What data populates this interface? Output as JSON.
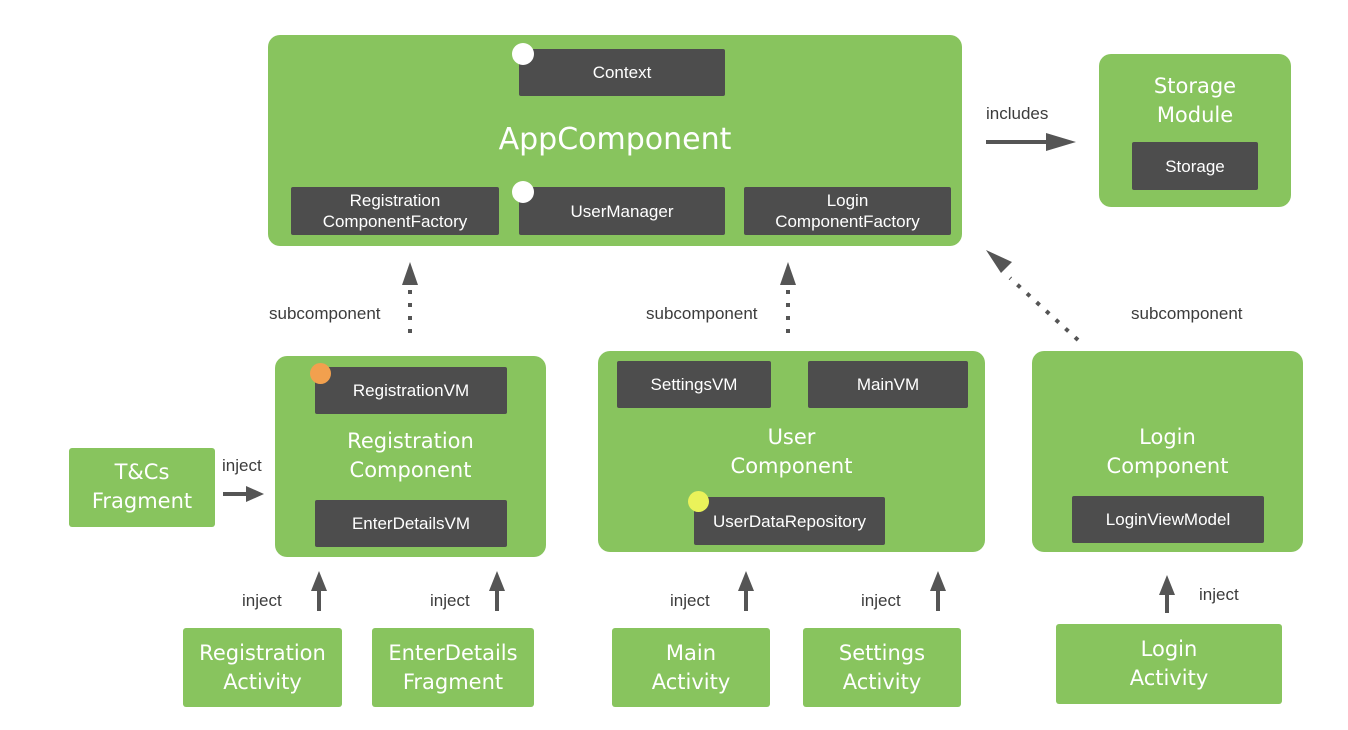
{
  "app_component": {
    "title": "AppComponent",
    "context": "Context",
    "user_manager": "UserManager",
    "registration_factory": "Registration\nComponentFactory",
    "login_factory": "Login\nComponentFactory"
  },
  "storage_module": {
    "title": "Storage\nModule",
    "storage": "Storage"
  },
  "registration_component": {
    "title": "Registration\nComponent",
    "registration_vm": "RegistrationVM",
    "enter_details_vm": "EnterDetailsVM"
  },
  "user_component": {
    "title": "User\nComponent",
    "settings_vm": "SettingsVM",
    "main_vm": "MainVM",
    "user_data_repository": "UserDataRepository"
  },
  "login_component": {
    "title": "Login\nComponent",
    "login_view_model": "LoginViewModel"
  },
  "clients": {
    "tcs_fragment": "T&Cs\nFragment",
    "registration_activity": "Registration\nActivity",
    "enter_details_fragment": "EnterDetails\nFragment",
    "main_activity": "Main\nActivity",
    "settings_activity": "Settings\nActivity",
    "login_activity": "Login\nActivity"
  },
  "labels": {
    "includes": "includes",
    "subcomponent": "subcomponent",
    "inject": "inject"
  },
  "colors": {
    "box_green": "#88c45e",
    "chip_dark": "#4d4d4d",
    "arrow_gray": "#555555",
    "dot_white": "#ffffff",
    "dot_orange": "#f2a04e",
    "dot_yellow": "#eaf25a"
  }
}
